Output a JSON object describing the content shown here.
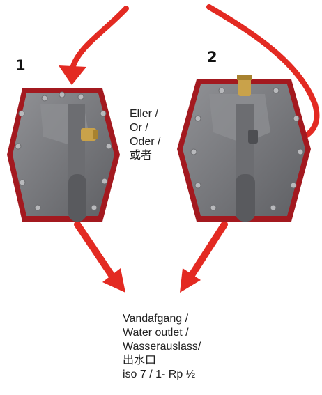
{
  "figure": {
    "unit_labels": [
      "1",
      "2"
    ],
    "or_text": [
      "Eller /",
      "Or /",
      "Oder /",
      "或者"
    ],
    "outlet_text": [
      "Vandafgang /",
      "Water outlet /",
      "Wasserauslass/",
      "出水口",
      "iso 7 / 1- Rp ½"
    ]
  },
  "colors": {
    "arrow": "#e32a22",
    "housing_rim": "#a3191f",
    "housing_body": "#78797d",
    "fitting_brass": "#c9a24a"
  }
}
